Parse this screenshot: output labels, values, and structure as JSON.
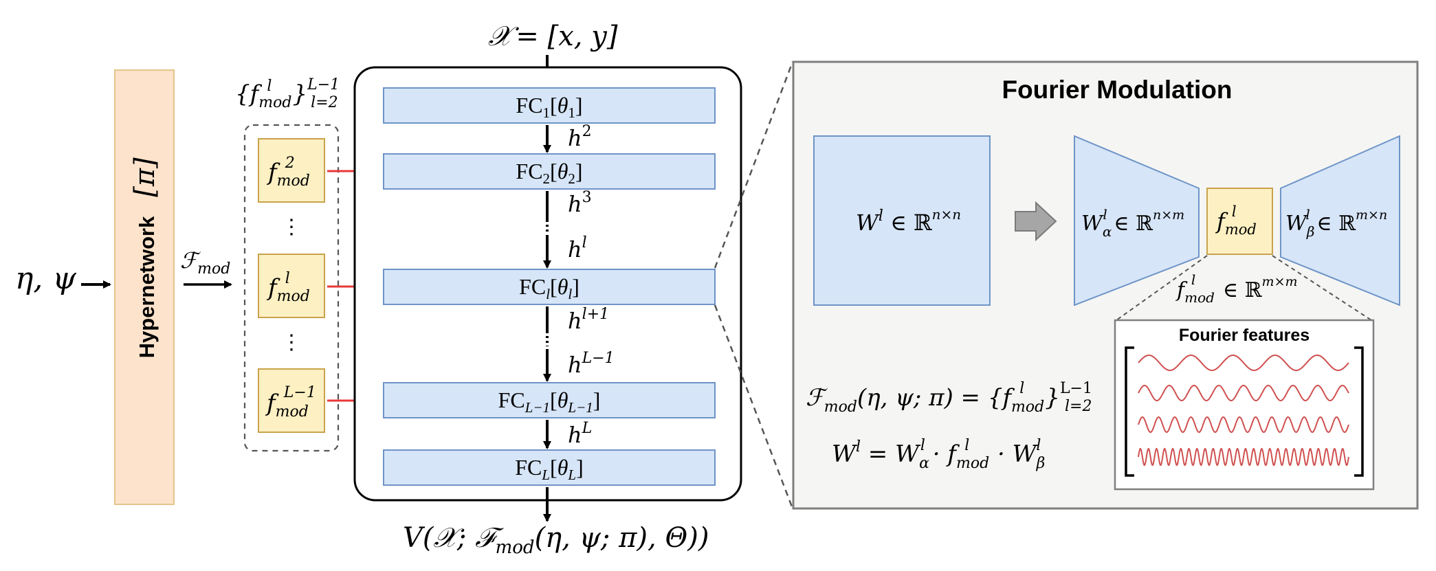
{
  "colors": {
    "hypernetwork_fill": "#fde3cb",
    "hypernetwork_stroke": "#e6c48a",
    "fmod_fill": "#fdf0c3",
    "fmod_stroke": "#c9a24a",
    "fc_fill": "#d6e5f7",
    "fc_stroke": "#6e94c8",
    "red_arrow": "#e8383a",
    "wave": "#d04f4f",
    "panel_fill": "#f5f5f3",
    "panel_stroke": "#7f7f7f"
  },
  "inputs": {
    "params": "η, ψ",
    "coords_lhs": "𝒳",
    "coords_rhs": "= [x, y]"
  },
  "hypernetwork": {
    "label": "Hypernetwork",
    "pi": "[π]",
    "output_label": "ℱ"
  },
  "modulation_set": {
    "label_main": "{f",
    "label_sup": "l",
    "label_sub": "mod",
    "label_close": "}",
    "range_sup": "L−1",
    "range_sub": "l=2",
    "items": [
      {
        "sup": "2",
        "sub": "mod"
      },
      {
        "sup": "l",
        "sub": "mod"
      },
      {
        "sup": "L−1",
        "sub": "mod"
      }
    ],
    "ellipsis": "⋮"
  },
  "fc_layers": [
    {
      "main": "FC",
      "sub": "1",
      "theta": "θ",
      "theta_sub": "1"
    },
    {
      "main": "FC",
      "sub": "2",
      "theta": "θ",
      "theta_sub": "2"
    },
    {
      "main": "FC",
      "sub": "l",
      "theta": "θ",
      "theta_sub": "l"
    },
    {
      "main": "FC",
      "sub": "L−1",
      "theta": "θ",
      "theta_sub": "L−1"
    },
    {
      "main": "FC",
      "sub": "L",
      "theta": "θ",
      "theta_sub": "L"
    }
  ],
  "hidden": [
    {
      "base": "h",
      "sup": "2"
    },
    {
      "base": "h",
      "sup": "3"
    },
    {
      "base": "h",
      "sup": "l"
    },
    {
      "base": "h",
      "sup": "l+1"
    },
    {
      "base": "h",
      "sup": "L−1"
    },
    {
      "base": "h",
      "sup": "L"
    }
  ],
  "output": {
    "expression": "V(𝒳; ℱ",
    "sub": "mod",
    "rest": "(η, ψ; π), Θ))"
  },
  "panel": {
    "title": "Fourier Modulation",
    "w_full": {
      "base": "W",
      "sup": "l",
      "rest": " ∈ ℝ",
      "dim": "n×n"
    },
    "w_alpha": {
      "base": "W",
      "sub": "α",
      "sup": "l",
      "rest": " ∈ ℝ",
      "dim": "n×m"
    },
    "f_mod": {
      "base": "f",
      "sup": "l",
      "sub": "mod"
    },
    "w_beta": {
      "base": "W",
      "sub": "β",
      "sup": "l",
      "rest": " ∈ ℝ",
      "dim": "m×n"
    },
    "f_mod_dim": {
      "base": "f",
      "sup": "l",
      "sub": "mod",
      "rest": " ∈ ℝ",
      "dim": "m×m"
    },
    "fourier_title": "Fourier features",
    "eq1": "ℱ",
    "eq1_sub": "mod",
    "eq1_rest": "(η, ψ; π) = {f",
    "eq1_sup2": "l",
    "eq1_sub2": "mod",
    "eq1_close": "}",
    "eq1_rsup": "L−1",
    "eq1_rsub": "l=2",
    "eq2_lhs": "W",
    "eq2_lsup": "l",
    "eq2_mid": " = W",
    "eq2_asub": "α",
    "eq2_asup": "l",
    "eq2_dot1": " · f",
    "eq2_fsub": "mod",
    "eq2_fsup": "l",
    "eq2_dot2": " · W",
    "eq2_bsub": "β",
    "eq2_bsup": "l"
  }
}
